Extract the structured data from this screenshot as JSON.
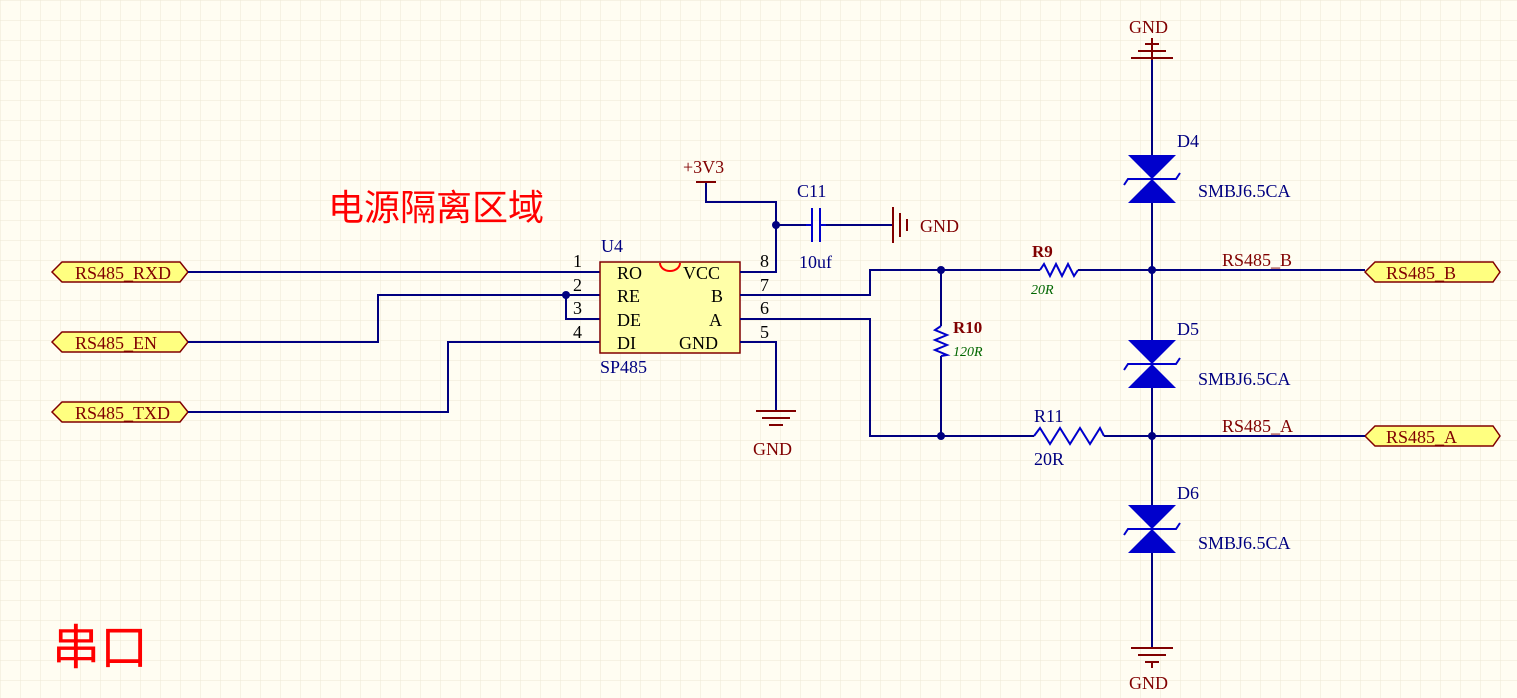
{
  "annotations": {
    "power_isolation": "电源隔离区域",
    "serial_port": "串口"
  },
  "ports": {
    "rxd": "RS485_RXD",
    "en": "RS485_EN",
    "txd": "RS485_TXD",
    "b": "RS485_B",
    "a": "RS485_A"
  },
  "net_labels": {
    "b": "RS485_B",
    "a": "RS485_A"
  },
  "u4": {
    "designator": "U4",
    "part": "SP485",
    "pins_left": [
      {
        "num": "1",
        "name": "RO"
      },
      {
        "num": "2",
        "name": "RE"
      },
      {
        "num": "3",
        "name": "DE"
      },
      {
        "num": "4",
        "name": "DI"
      }
    ],
    "pins_right": [
      {
        "num": "8",
        "name": "VCC"
      },
      {
        "num": "7",
        "name": "B"
      },
      {
        "num": "6",
        "name": "A"
      },
      {
        "num": "5",
        "name": "GND"
      }
    ]
  },
  "c11": {
    "designator": "C11",
    "value": "10uf"
  },
  "r9": {
    "designator": "R9",
    "value": "20R"
  },
  "r10": {
    "designator": "R10",
    "value": "120R"
  },
  "r11": {
    "designator": "R11",
    "value": "20R"
  },
  "diodes": [
    {
      "designator": "D4",
      "part": "SMBJ6.5CA"
    },
    {
      "designator": "D5",
      "part": "SMBJ6.5CA"
    },
    {
      "designator": "D6",
      "part": "SMBJ6.5CA"
    }
  ],
  "power": {
    "vcc": "+3V3",
    "gnd_top": "GND",
    "gnd_cap": "GND",
    "gnd_u4": "GND",
    "gnd_bottom": "GND"
  },
  "colors": {
    "wire": "#000080",
    "component": "#0000cc",
    "power": "#800000",
    "port_fill": "#ffff80",
    "annotation": "#ff0000",
    "background": "#fffdf2",
    "grid": "#ece8d4"
  }
}
